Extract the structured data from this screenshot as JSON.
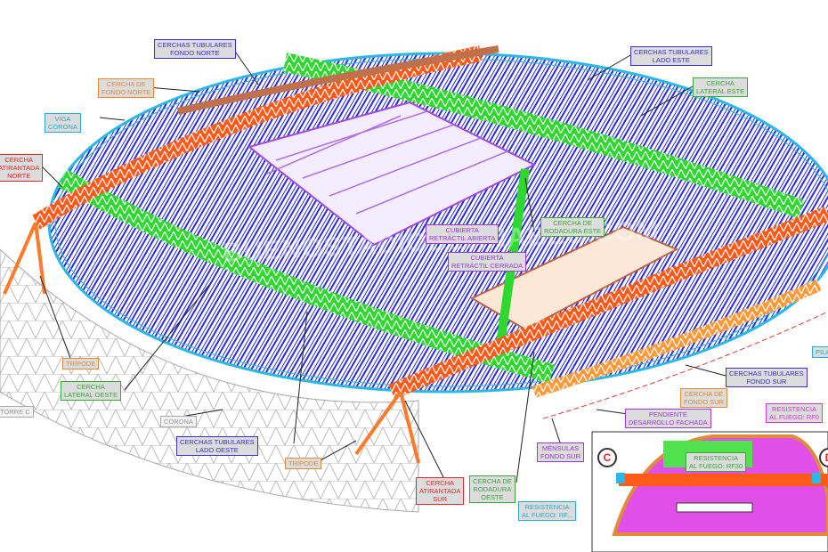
{
  "watermark": "BUENOSTADIOBERNABEU.COM",
  "labels": {
    "fondo_norte_tubulares": [
      "CERCHAS TUBULARES",
      "FONDO NORTE"
    ],
    "cercha_fondo_norte": [
      "CERCHA DE",
      "FONDO NORTE"
    ],
    "viga_corona": [
      "VIGA",
      "CORONA"
    ],
    "atirantada_norte": [
      "CERCHA",
      "ATIRANTADA",
      "NORTE"
    ],
    "lado_este_tubulares": [
      "CERCHAS TUBULARES",
      "LADO ESTE"
    ],
    "lateral_este": [
      "CERCHA",
      "LATERAL ESTE"
    ],
    "retractil_abierta": [
      "CUBIERTA",
      "RETRÁCTIL ABIERTA"
    ],
    "rodadura_este": [
      "CERCHA DE",
      "RODADURA ESTE"
    ],
    "retractil_cerrada": [
      "CUBIERTA",
      "RETRÁCTIL CERRADA"
    ],
    "tripode_1": [
      "TRÍPODE"
    ],
    "lateral_oeste": [
      "CERCHA",
      "LATERAL OESTE"
    ],
    "torre_c": [
      "TORRE C"
    ],
    "corona": [
      "CORONA"
    ],
    "lado_oeste_tubulares": [
      "CERCHAS TUBULARES",
      "LADO OESTE"
    ],
    "tripode_2": [
      "TRÍPODE"
    ],
    "atirantada_sur": [
      "CERCHA",
      "ATIRANTADA",
      "SUR"
    ],
    "rodadura_oeste": [
      "CERCHA DE",
      "RODADURA",
      "OESTE"
    ],
    "resistencia_cut": [
      "RESISTENCIA",
      "AL FUEGO: RF..."
    ],
    "pilar": [
      "PILAR"
    ],
    "fondo_sur_tubulares": [
      "CERCHAS TUBULARES",
      "FONDO SUR"
    ],
    "cercha_fondo_sur": [
      "CERCHA DE",
      "FONDO SUR"
    ],
    "pendiente": [
      "PENDIENTE",
      "DESARROLLO FACHADA"
    ],
    "mensulas": [
      "MÉNSULAS",
      "FONDO SUR"
    ],
    "rf0": [
      "RESISTENCIA",
      "AL FUEGO: RF0"
    ],
    "rf30": [
      "RESISTENCIA",
      "AL FUEGO: RF30"
    ]
  },
  "markers": {
    "c": "C",
    "d": "D"
  }
}
